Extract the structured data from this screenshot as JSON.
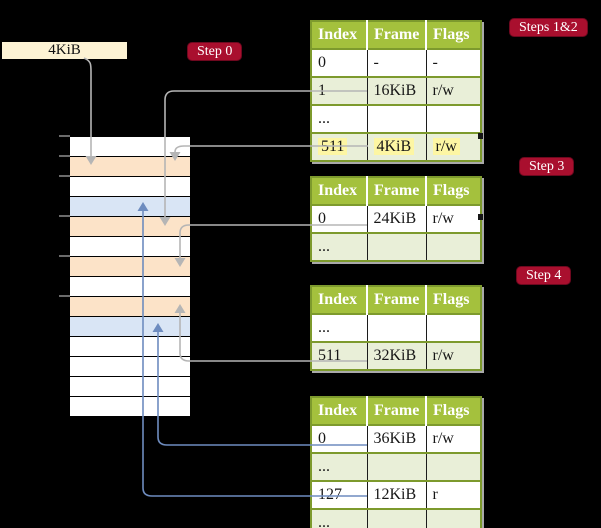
{
  "labels": {
    "page_size": "4KiB"
  },
  "badges": {
    "steps12": "Steps 1&2",
    "step0": "Step 0",
    "step3": "Step 3",
    "step4": "Step 4"
  },
  "memory": {
    "rows": [
      {
        "fill": "white"
      },
      {
        "fill": "orange"
      },
      {
        "fill": "white"
      },
      {
        "fill": "blue"
      },
      {
        "fill": "orange"
      },
      {
        "fill": "white"
      },
      {
        "fill": "orange"
      },
      {
        "fill": "white"
      },
      {
        "fill": "orange"
      },
      {
        "fill": "blue"
      },
      {
        "fill": "white"
      },
      {
        "fill": "white"
      },
      {
        "fill": "white"
      },
      {
        "fill": "white"
      }
    ]
  },
  "tables": [
    {
      "id": "page-table-steps-1-2",
      "headers": [
        "Index",
        "Frame",
        "Flags"
      ],
      "rows": [
        {
          "cells": [
            "0",
            "-",
            "-"
          ],
          "variant": "white"
        },
        {
          "cells": [
            "1",
            "16KiB",
            "r/w"
          ],
          "variant": "green"
        },
        {
          "cells": [
            "...",
            "",
            ""
          ],
          "variant": "white"
        },
        {
          "cells": [
            "511",
            "4KiB",
            "r/w"
          ],
          "variant": "green",
          "highlight": true
        }
      ]
    },
    {
      "id": "page-table-step-3",
      "headers": [
        "Index",
        "Frame",
        "Flags"
      ],
      "rows": [
        {
          "cells": [
            "0",
            "24KiB",
            "r/w"
          ],
          "variant": "white"
        },
        {
          "cells": [
            "...",
            "",
            ""
          ],
          "variant": "green"
        }
      ]
    },
    {
      "id": "page-table-step-4",
      "headers": [
        "Index",
        "Frame",
        "Flags"
      ],
      "rows": [
        {
          "cells": [
            "...",
            "",
            ""
          ],
          "variant": "white"
        },
        {
          "cells": [
            "511",
            "32KiB",
            "r/w"
          ],
          "variant": "green"
        }
      ]
    },
    {
      "id": "page-table-leaf",
      "headers": [
        "Index",
        "Frame",
        "Flags"
      ],
      "rows": [
        {
          "cells": [
            "0",
            "36KiB",
            "r/w"
          ],
          "variant": "white"
        },
        {
          "cells": [
            "...",
            "",
            ""
          ],
          "variant": "green"
        },
        {
          "cells": [
            "127",
            "12KiB",
            "r"
          ],
          "variant": "white"
        },
        {
          "cells": [
            "...",
            "",
            ""
          ],
          "variant": "green"
        }
      ]
    }
  ],
  "colors": {
    "canvas-bg": "#000000",
    "cream": "#fdf3d4",
    "badge-red": "#a90f2e",
    "orange": "#fce3c8",
    "blue": "#d9e5f5",
    "table-green": "#a4c13d",
    "lightgreen": "#e9efd8",
    "olive": "#7d9a2d",
    "yellow": "#fdf6a3",
    "connector-gray": "#b5b5b5",
    "connector-blue": "#6e8cbf"
  }
}
